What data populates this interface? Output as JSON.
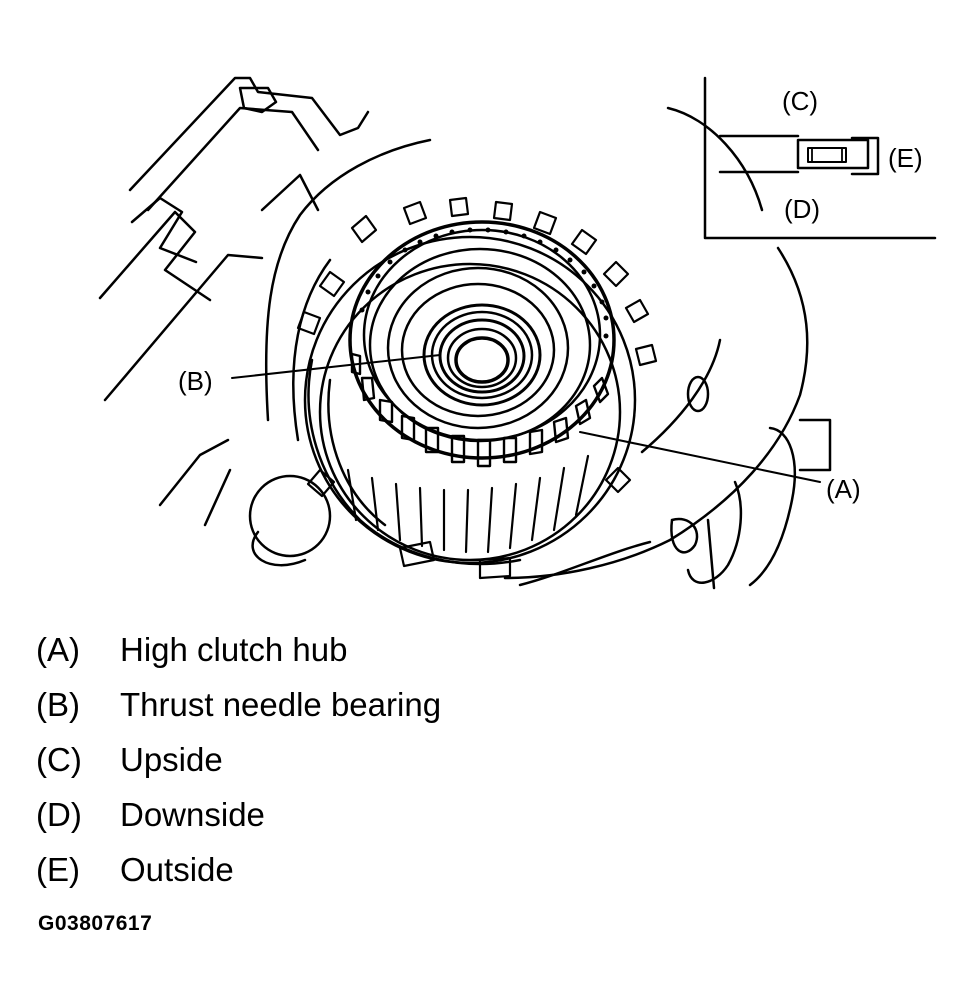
{
  "callouts": {
    "a": "(A)",
    "b": "(B)",
    "c": "(C)",
    "d": "(D)",
    "e": "(E)"
  },
  "legend": [
    {
      "key": "(A)",
      "text": "High clutch hub"
    },
    {
      "key": "(B)",
      "text": "Thrust needle bearing"
    },
    {
      "key": "(C)",
      "text": "Upside"
    },
    {
      "key": "(D)",
      "text": "Downside"
    },
    {
      "key": "(E)",
      "text": "Outside"
    }
  ],
  "figure_id": "G03807617"
}
